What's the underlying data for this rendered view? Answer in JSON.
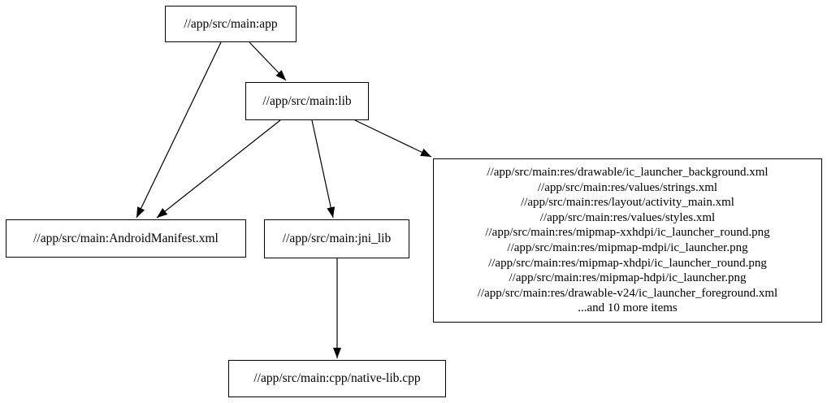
{
  "diagram": {
    "type": "dependency-graph",
    "background_color": "#ffffff",
    "node_border_color": "#000000",
    "text_color": "#000000",
    "edge_color": "#000000",
    "nodes": {
      "app": {
        "label": "//app/src/main:app"
      },
      "lib": {
        "label": "//app/src/main:lib"
      },
      "android_manifest": {
        "label": "//app/src/main:AndroidManifest.xml"
      },
      "jni_lib": {
        "label": "//app/src/main:jni_lib"
      },
      "res_group": {
        "lines": [
          "//app/src/main:res/drawable/ic_launcher_background.xml",
          "//app/src/main:res/values/strings.xml",
          "//app/src/main:res/layout/activity_main.xml",
          "//app/src/main:res/values/styles.xml",
          "//app/src/main:res/mipmap-xxhdpi/ic_launcher_round.png",
          "//app/src/main:res/mipmap-mdpi/ic_launcher.png",
          "//app/src/main:res/mipmap-xhdpi/ic_launcher_round.png",
          "//app/src/main:res/mipmap-hdpi/ic_launcher.png",
          "//app/src/main:res/drawable-v24/ic_launcher_foreground.xml",
          "...and 10 more items"
        ]
      },
      "native_lib_cpp": {
        "label": "//app/src/main:cpp/native-lib.cpp"
      }
    },
    "edges": [
      {
        "from": "app",
        "to": "lib"
      },
      {
        "from": "app",
        "to": "android_manifest"
      },
      {
        "from": "lib",
        "to": "android_manifest"
      },
      {
        "from": "lib",
        "to": "jni_lib"
      },
      {
        "from": "lib",
        "to": "res_group"
      },
      {
        "from": "jni_lib",
        "to": "native_lib_cpp"
      }
    ]
  }
}
